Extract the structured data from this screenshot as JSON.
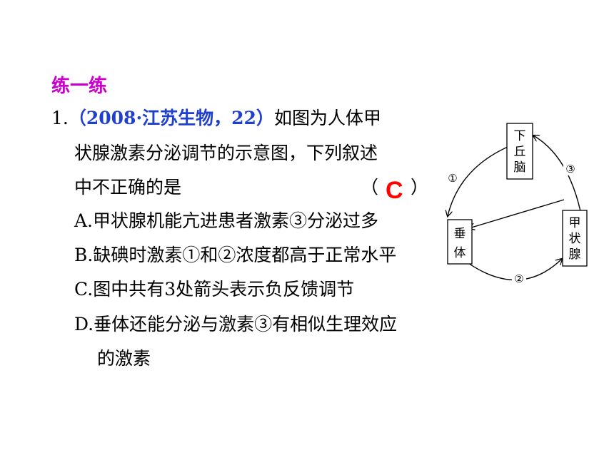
{
  "colors": {
    "heading": "#cc00cc",
    "source": "#1f3fcf",
    "answer": "#ff0000",
    "text": "#000000"
  },
  "heading": "练一练",
  "question": {
    "number": "1.",
    "source": "（2008·江苏生物，22）",
    "line1_rest": "如图为人体甲",
    "line2": "状腺激素分泌调节的示意图，下列叙述",
    "line3": "中不正确的是",
    "paren_open": "（",
    "paren_close": "）",
    "answer": "C"
  },
  "options": [
    {
      "label": "A.",
      "text": "甲状腺机能亢进患者激素③分泌过多"
    },
    {
      "label": "B.",
      "text": "缺碘时激素①和②浓度都高于正常水平"
    },
    {
      "label": "C.",
      "text": "图中共有3处箭头表示负反馈调节"
    },
    {
      "label": "D.",
      "text": "垂体还能分泌与激素③有相似生理效应"
    }
  ],
  "option_d_cont": "的激素",
  "diagram": {
    "boxes": {
      "hypothalamus": [
        "下",
        "丘",
        "脑"
      ],
      "pituitary": [
        "垂",
        "体"
      ],
      "thyroid": [
        "甲",
        "状",
        "腺"
      ]
    },
    "marks": {
      "m1": "①",
      "m2": "②",
      "m3": "③"
    }
  }
}
